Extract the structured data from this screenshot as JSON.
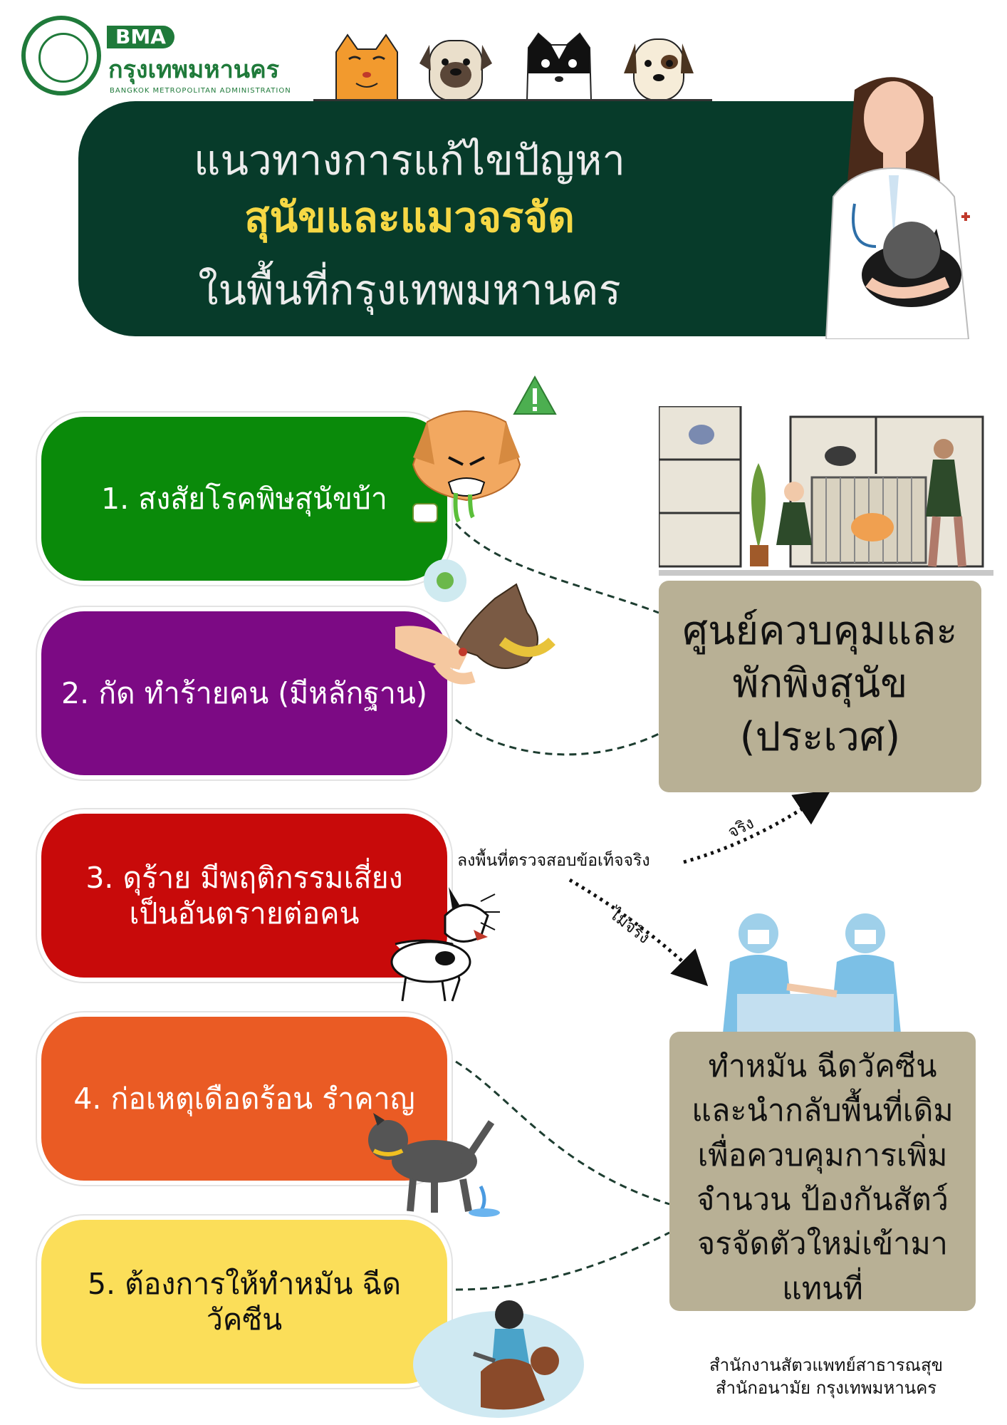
{
  "header": {
    "logo_abbr": "BMA",
    "logo_thai": "กรุงเทพมหานคร",
    "logo_english": "BANGKOK METROPOLITAN ADMINISTRATION"
  },
  "title": {
    "line1": "แนวทางการแก้ไขปัญหา",
    "line2": "สุนัขและแมวจรจัด",
    "line3": "ในพื้นที่กรุงเทพมหานคร"
  },
  "cases": [
    {
      "text": "1.    สงสัยโรคพิษสุนัขบ้า",
      "color": "#0a8a0a"
    },
    {
      "text": "2.  กัด ทำร้ายคน (มีหลักฐาน)",
      "color": "#7c0a84"
    },
    {
      "text": "3. ดุร้าย มีพฤติกรรมเสี่ยง เป็นอันตรายต่อคน",
      "color": "#c80a0a"
    },
    {
      "text": "4. ก่อเหตุเดือดร้อน รำคาญ",
      "color": "#ea5b24"
    },
    {
      "text": "5. ต้องการให้ทำหมัน ฉีดวัคซีน",
      "color": "#fbde59"
    }
  ],
  "decision": {
    "check": "ลงพื้นที่ตรวจสอบข้อเท็จจริง",
    "true_label": "จริง",
    "false_label": "ไม่จริง"
  },
  "outcomes": {
    "shelter": [
      "ศูนย์ควบคุมและ",
      "พักพิงสุนัข",
      "(ประเวศ)"
    ],
    "sterilize": [
      "ทำหมัน ฉีดวัคซีน",
      "และนำกลับพื้นที่เดิม",
      "เพื่อควบคุมการเพิ่ม",
      "จำนวน ป้องกันสัตว์",
      "จรจัดตัวใหม่เข้ามา",
      "แทนที่"
    ]
  },
  "footer": {
    "line1": "สำนักงานสัตวแพทย์สาธารณสุข",
    "line2": "สำนักอนามัย กรุงเทพมหานคร"
  },
  "colors": {
    "banner": "#073b2a",
    "title_highlight": "#f6d845",
    "outcome_box": "#b8b095",
    "brand_green": "#1f7a3a"
  }
}
